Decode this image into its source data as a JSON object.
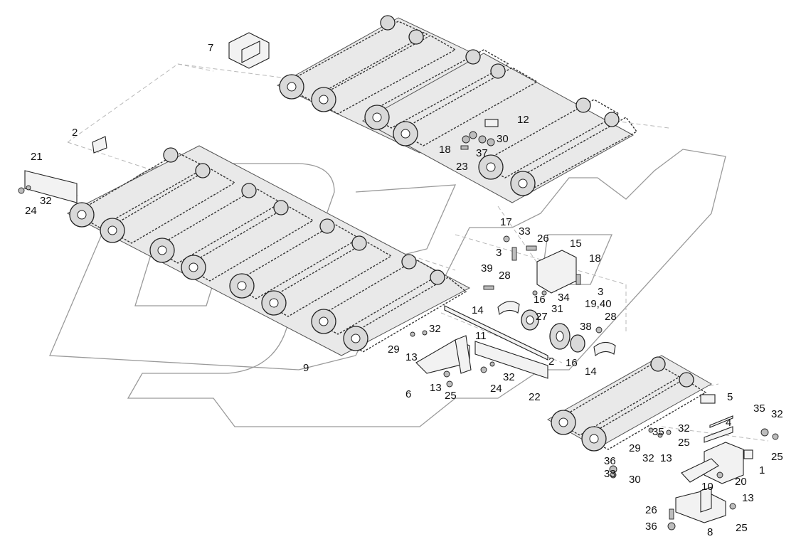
{
  "diagram": {
    "callouts": [
      {
        "id": "c7",
        "text": "7"
      },
      {
        "id": "c2a",
        "text": "2"
      },
      {
        "id": "c21",
        "text": "21"
      },
      {
        "id": "c32a",
        "text": "32"
      },
      {
        "id": "c24a",
        "text": "24"
      },
      {
        "id": "c12",
        "text": "12"
      },
      {
        "id": "c30a",
        "text": "30"
      },
      {
        "id": "c18a",
        "text": "18"
      },
      {
        "id": "c37",
        "text": "37"
      },
      {
        "id": "c23",
        "text": "23"
      },
      {
        "id": "c17",
        "text": "17"
      },
      {
        "id": "c33a",
        "text": "33"
      },
      {
        "id": "c26a",
        "text": "26"
      },
      {
        "id": "c15",
        "text": "15"
      },
      {
        "id": "c3a",
        "text": "3"
      },
      {
        "id": "c18b",
        "text": "18"
      },
      {
        "id": "c39",
        "text": "39"
      },
      {
        "id": "c28a",
        "text": "28"
      },
      {
        "id": "c16a",
        "text": "16"
      },
      {
        "id": "c34",
        "text": "34"
      },
      {
        "id": "c3b",
        "text": "3"
      },
      {
        "id": "c1940",
        "text": "19,40"
      },
      {
        "id": "c14a",
        "text": "14"
      },
      {
        "id": "c27",
        "text": "27"
      },
      {
        "id": "c31",
        "text": "31"
      },
      {
        "id": "c28b",
        "text": "28"
      },
      {
        "id": "c32b",
        "text": "32"
      },
      {
        "id": "c38",
        "text": "38"
      },
      {
        "id": "c11",
        "text": "11"
      },
      {
        "id": "c29a",
        "text": "29"
      },
      {
        "id": "c13a",
        "text": "13"
      },
      {
        "id": "c2b",
        "text": "2"
      },
      {
        "id": "c16b",
        "text": "16"
      },
      {
        "id": "c14b",
        "text": "14"
      },
      {
        "id": "c9",
        "text": "9"
      },
      {
        "id": "c32c",
        "text": "32"
      },
      {
        "id": "c24b",
        "text": "24"
      },
      {
        "id": "c13b",
        "text": "13"
      },
      {
        "id": "c6",
        "text": "6"
      },
      {
        "id": "c25a",
        "text": "25"
      },
      {
        "id": "c22",
        "text": "22"
      },
      {
        "id": "c5",
        "text": "5"
      },
      {
        "id": "c35a",
        "text": "35"
      },
      {
        "id": "c32d",
        "text": "32"
      },
      {
        "id": "c4",
        "text": "4"
      },
      {
        "id": "c35b",
        "text": "35"
      },
      {
        "id": "c32e",
        "text": "32"
      },
      {
        "id": "c25b",
        "text": "25"
      },
      {
        "id": "c29b",
        "text": "29"
      },
      {
        "id": "c32f",
        "text": "32"
      },
      {
        "id": "c13c",
        "text": "13"
      },
      {
        "id": "c25c",
        "text": "25"
      },
      {
        "id": "c36a",
        "text": "36"
      },
      {
        "id": "c33b",
        "text": "33"
      },
      {
        "id": "c30b",
        "text": "30"
      },
      {
        "id": "c20",
        "text": "20"
      },
      {
        "id": "c1",
        "text": "1"
      },
      {
        "id": "c10",
        "text": "10"
      },
      {
        "id": "c13d",
        "text": "13"
      },
      {
        "id": "c26b",
        "text": "26"
      },
      {
        "id": "c36b",
        "text": "36"
      },
      {
        "id": "c8",
        "text": "8"
      },
      {
        "id": "c25d",
        "text": "25"
      }
    ]
  }
}
